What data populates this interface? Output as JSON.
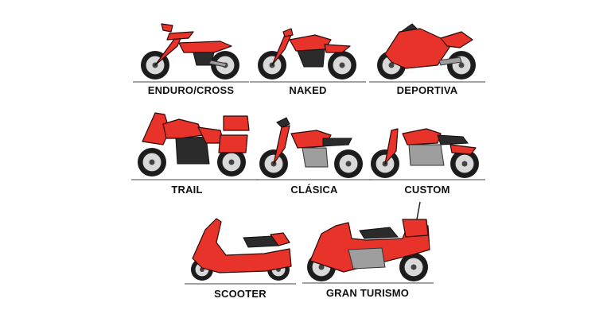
{
  "colors": {
    "bike_body": "#e8332a",
    "tires": "#1c1c1c",
    "text": "#111111",
    "ground_line": "#6b6b6b"
  },
  "bikes": [
    {
      "label": "ENDURO/CROSS"
    },
    {
      "label": "NAKED"
    },
    {
      "label": "DEPORTIVA"
    },
    {
      "label": "TRAIL"
    },
    {
      "label": "CLÁSICA"
    },
    {
      "label": "CUSTOM"
    },
    {
      "label": "SCOOTER"
    },
    {
      "label": "GRAN TURISMO"
    }
  ]
}
